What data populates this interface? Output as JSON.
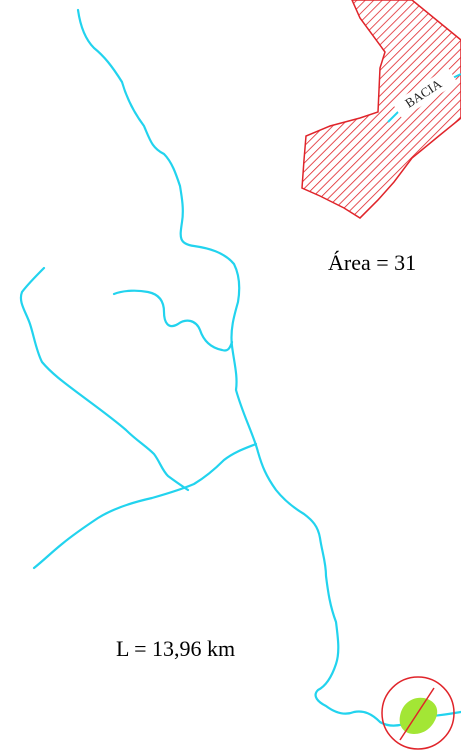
{
  "map": {
    "basin_label": "BACIA",
    "area_label": "Área = 31",
    "length_label": "L = 13,96 km"
  },
  "colors": {
    "river": "#22d3ee",
    "basin_hatch": "#e0242a",
    "outlet_circle": "#e0242a",
    "outlet_fill": "#a3e635",
    "background": "#ffffff"
  }
}
